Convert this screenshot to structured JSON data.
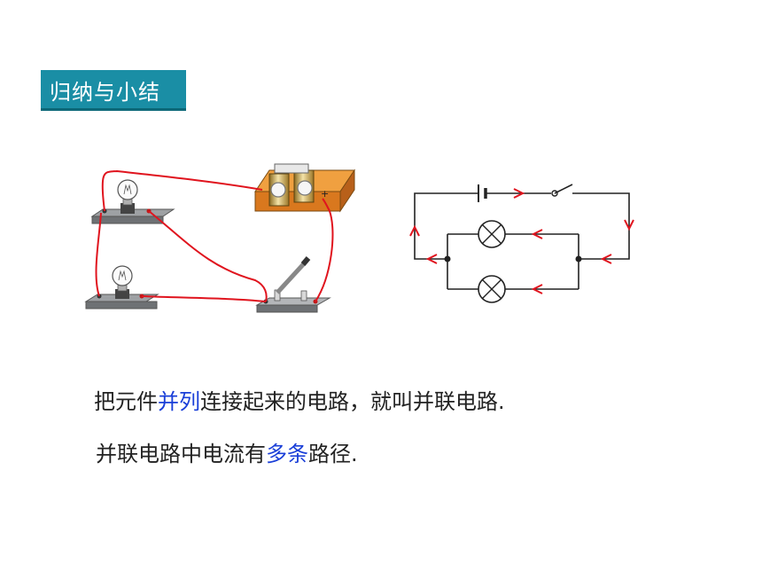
{
  "section_badge": {
    "label": "归纳与小结"
  },
  "text": {
    "line1": {
      "before": "把元件",
      "highlight": "并列",
      "after": "连接起来的电路，就叫并联电路."
    },
    "line2": {
      "before": "并联电路中电流有",
      "highlight": "多条",
      "after": "路径."
    }
  },
  "battery": {
    "plus_sign": "+"
  },
  "colors": {
    "badge": "#1a8ea5",
    "wire": "#e0141e",
    "highlight": "#1a3fd8",
    "battery_board": "#e8862a"
  }
}
